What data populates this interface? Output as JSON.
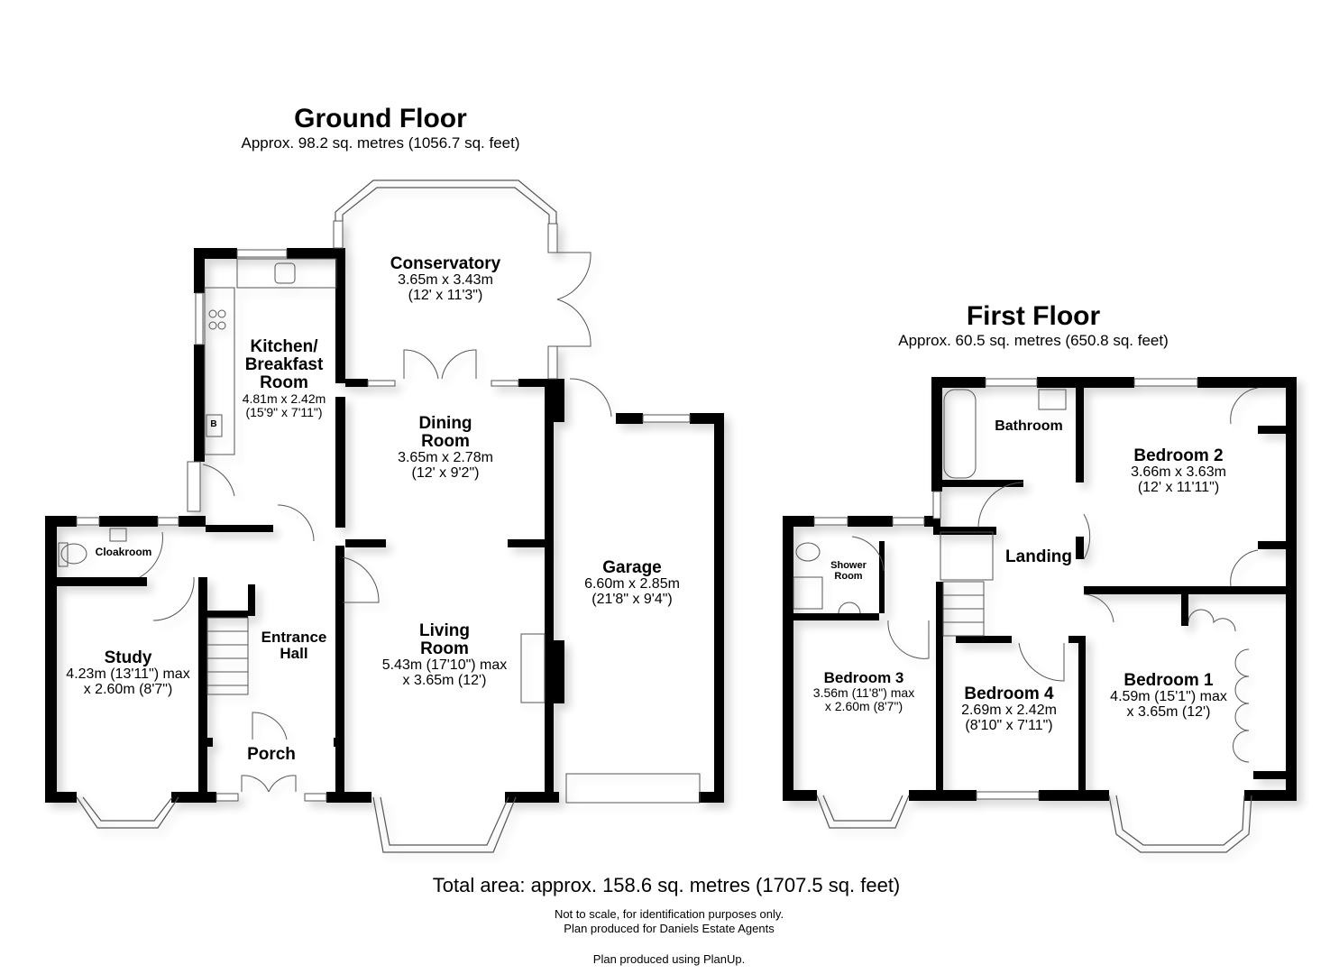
{
  "ground_floor": {
    "title": "Ground Floor",
    "area": "Approx. 98.2 sq. metres (1056.7 sq. feet)",
    "rooms": {
      "conservatory": {
        "name": "Conservatory",
        "dim1": "3.65m x 3.43m",
        "dim2": "(12' x 11'3\")"
      },
      "kitchen": {
        "name1": "Kitchen/",
        "name2": "Breakfast",
        "name3": "Room",
        "dim1": "4.81m x 2.42m",
        "dim2": "(15'9\" x 7'11\")",
        "boiler_label": "B"
      },
      "dining": {
        "name1": "Dining",
        "name2": "Room",
        "dim1": "3.65m x 2.78m",
        "dim2": "(12' x 9'2\")"
      },
      "garage": {
        "name": "Garage",
        "dim1": "6.60m x 2.85m",
        "dim2": "(21'8\" x 9'4\")"
      },
      "cloakroom": {
        "name": "Cloakroom"
      },
      "study": {
        "name": "Study",
        "dim1": "4.23m (13'11\") max",
        "dim2": "x 2.60m (8'7\")"
      },
      "entrance_hall": {
        "name1": "Entrance",
        "name2": "Hall"
      },
      "living": {
        "name1": "Living",
        "name2": "Room",
        "dim1": "5.43m (17'10\") max",
        "dim2": "x 3.65m (12')"
      },
      "porch": {
        "name": "Porch"
      }
    }
  },
  "first_floor": {
    "title": "First Floor",
    "area": "Approx. 60.5 sq. metres (650.8 sq. feet)",
    "rooms": {
      "bathroom": {
        "name": "Bathroom"
      },
      "bedroom2": {
        "name": "Bedroom 2",
        "dim1": "3.66m x 3.63m",
        "dim2": "(12' x 11'11\")"
      },
      "landing": {
        "name": "Landing"
      },
      "shower": {
        "name1": "Shower",
        "name2": "Room"
      },
      "bedroom3": {
        "name": "Bedroom 3",
        "dim1": "3.56m (11'8\") max",
        "dim2": "x 2.60m (8'7\")"
      },
      "bedroom4": {
        "name": "Bedroom 4",
        "dim1": "2.69m x 2.42m",
        "dim2": "(8'10\" x 7'11\")"
      },
      "bedroom1": {
        "name": "Bedroom 1",
        "dim1": "4.59m (15'1\") max",
        "dim2": "x 3.65m (12')"
      }
    }
  },
  "footer": {
    "total": "Total area: approx. 158.6 sq. metres (1707.5 sq. feet)",
    "note1": "Not to scale, for identification purposes only.",
    "note2": "Plan produced for Daniels Estate Agents",
    "note3": "Plan produced using PlanUp."
  },
  "colors": {
    "wall": "#000000",
    "window": "#ffffff",
    "line": "#555555",
    "background": "#ffffff"
  }
}
